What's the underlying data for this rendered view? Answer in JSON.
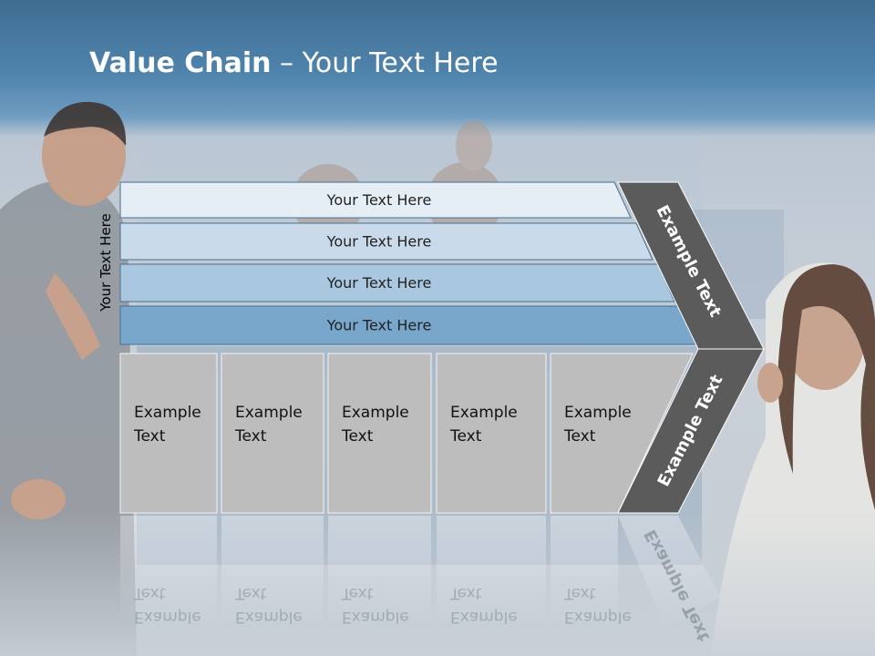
{
  "slide": {
    "title_bold": "Value Chain",
    "title_rest": " – Your Text Here",
    "vertical_label": "Your Text Here"
  },
  "bands": [
    {
      "label": "Your Text Here",
      "color": "#e6eef5"
    },
    {
      "label": "Your Text Here",
      "color": "#c9dbea"
    },
    {
      "label": "Your Text Here",
      "color": "#a9c8df"
    },
    {
      "label": "Your Text Here",
      "color": "#78a7cb"
    }
  ],
  "boxes": [
    {
      "line1": "Example",
      "line2": "Text"
    },
    {
      "line1": "Example",
      "line2": "Text"
    },
    {
      "line1": "Example",
      "line2": "Text"
    },
    {
      "line1": "Example",
      "line2": "Text"
    },
    {
      "line1": "Example",
      "line2": "Text"
    }
  ],
  "chevron": {
    "upper_label": "Example Text",
    "lower_label": "Example Text",
    "color": "#5b5b5b"
  },
  "colors": {
    "box_fill": "#bdbdbd",
    "box_stroke": "#f2f2f2",
    "header": "#4f84ad"
  }
}
